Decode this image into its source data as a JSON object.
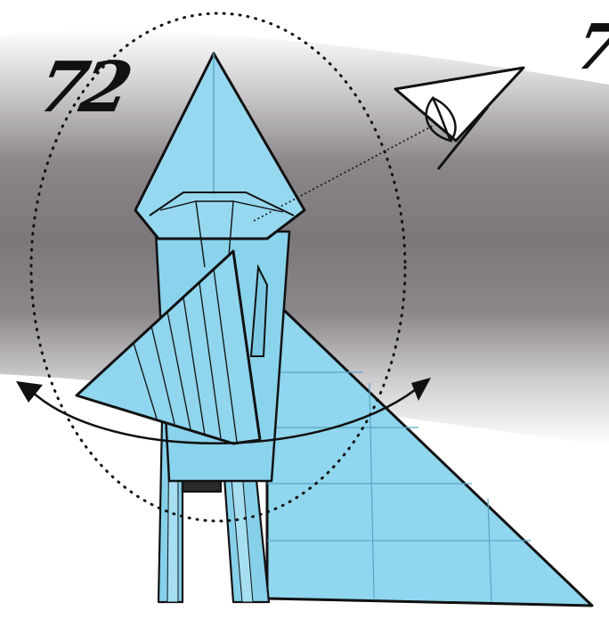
{
  "diagram": {
    "step_number": "72",
    "next_step_number_partial": "7",
    "colors": {
      "paper": "#8fd6ee",
      "paper_light": "#b4e6f6",
      "paper_shadow": "#6fb8d4",
      "line": "#111111",
      "background_band": "#7e7a7e",
      "background": "#ffffff"
    },
    "symbols": [
      "eye-view-symbol",
      "rotate-arrow",
      "dotted-circle"
    ]
  }
}
